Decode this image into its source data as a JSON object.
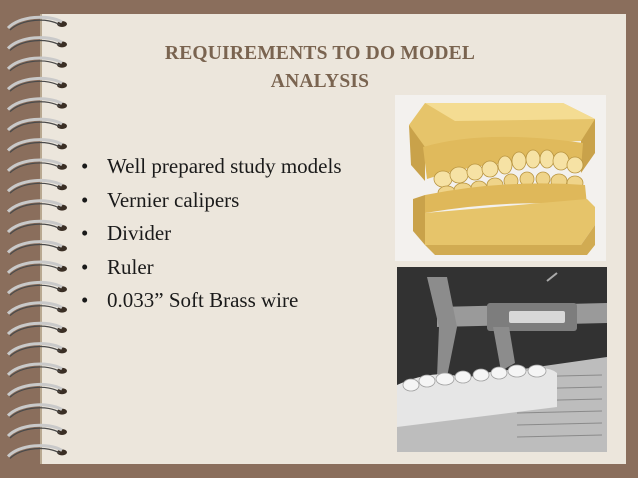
{
  "slide": {
    "title_line1": "REQUIREMENTS TO DO MODEL",
    "title_line2": "ANALYSIS",
    "bullets": [
      "Well prepared study models",
      "Vernier calipers",
      "Divider",
      "Ruler",
      "0.033” Soft Brass wire"
    ]
  },
  "colors": {
    "background": "#8a6e5c",
    "slide": "#ece6dc",
    "title": "#7a6450",
    "text": "#1a1a1a",
    "model": "#e8c86a"
  },
  "images": {
    "top": "dental-study-model-3d",
    "bottom": "vernier-caliper-measuring-cast"
  }
}
